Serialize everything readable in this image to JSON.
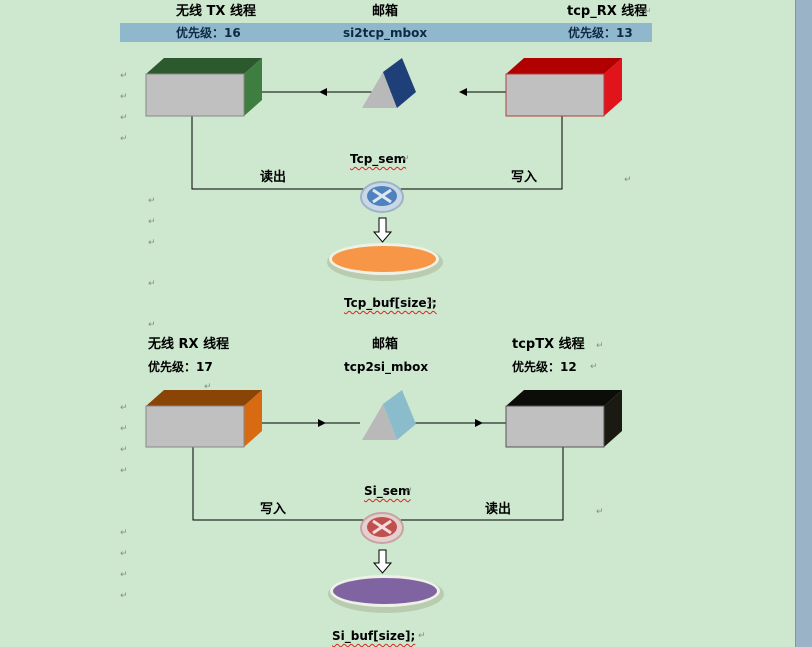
{
  "page_colors": {
    "background": "#cde8cf",
    "highlight": "#8fb8cd"
  },
  "top": {
    "tx_thread_title": "无线 TX 线程",
    "mailbox_title": "邮箱",
    "rx_thread_title": "tcp_RX 线程",
    "tx_priority": "优先级：16",
    "mailbox_name": "si2tcp_mbox",
    "rx_priority": "优先级：13",
    "semaphore_label": "Tcp_sem",
    "read_label": "读出",
    "write_label": "写入",
    "buffer_label": "Tcp_buf[size];",
    "colors": {
      "left_box": "#3e7e41",
      "right_box": "#e0141a",
      "prism": "#1f3f78",
      "sem": "#4f81bd",
      "buffer": "#f79646"
    }
  },
  "bottom": {
    "rx_thread_title": "无线 RX 线程",
    "mailbox_title": "邮箱",
    "tx_thread_title": "tcpTX 线程",
    "rx_priority": "优先级：17",
    "mailbox_name": "tcp2si_mbox",
    "tx_priority": "优先级：12",
    "semaphore_label": "Si_sem",
    "write_label": "写入",
    "read_label": "读出",
    "buffer_label": "Si_buf[size];",
    "colors": {
      "left_box": "#c86410",
      "right_box": "#1a1a12",
      "prism": "#8bbccc",
      "sem": "#c0504d",
      "buffer": "#8064a2"
    }
  },
  "icons": {
    "paragraph_mark": "↵"
  }
}
